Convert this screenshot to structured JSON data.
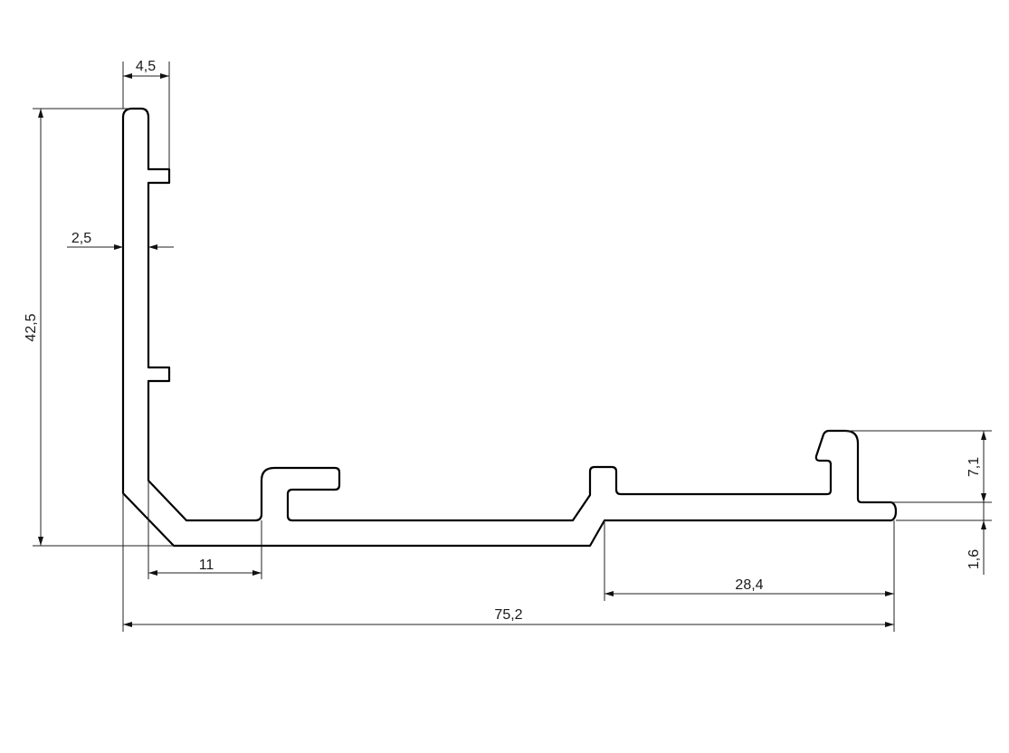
{
  "drawing": {
    "title": "Profile cross-section",
    "dimensions": {
      "flange_width": "4,5",
      "wall_thickness": "2,5",
      "total_height": "42,5",
      "inner_offset": "11",
      "right_section_width": "28,4",
      "total_width": "75,2",
      "hook_height": "7,1",
      "step_height": "1,6"
    }
  }
}
